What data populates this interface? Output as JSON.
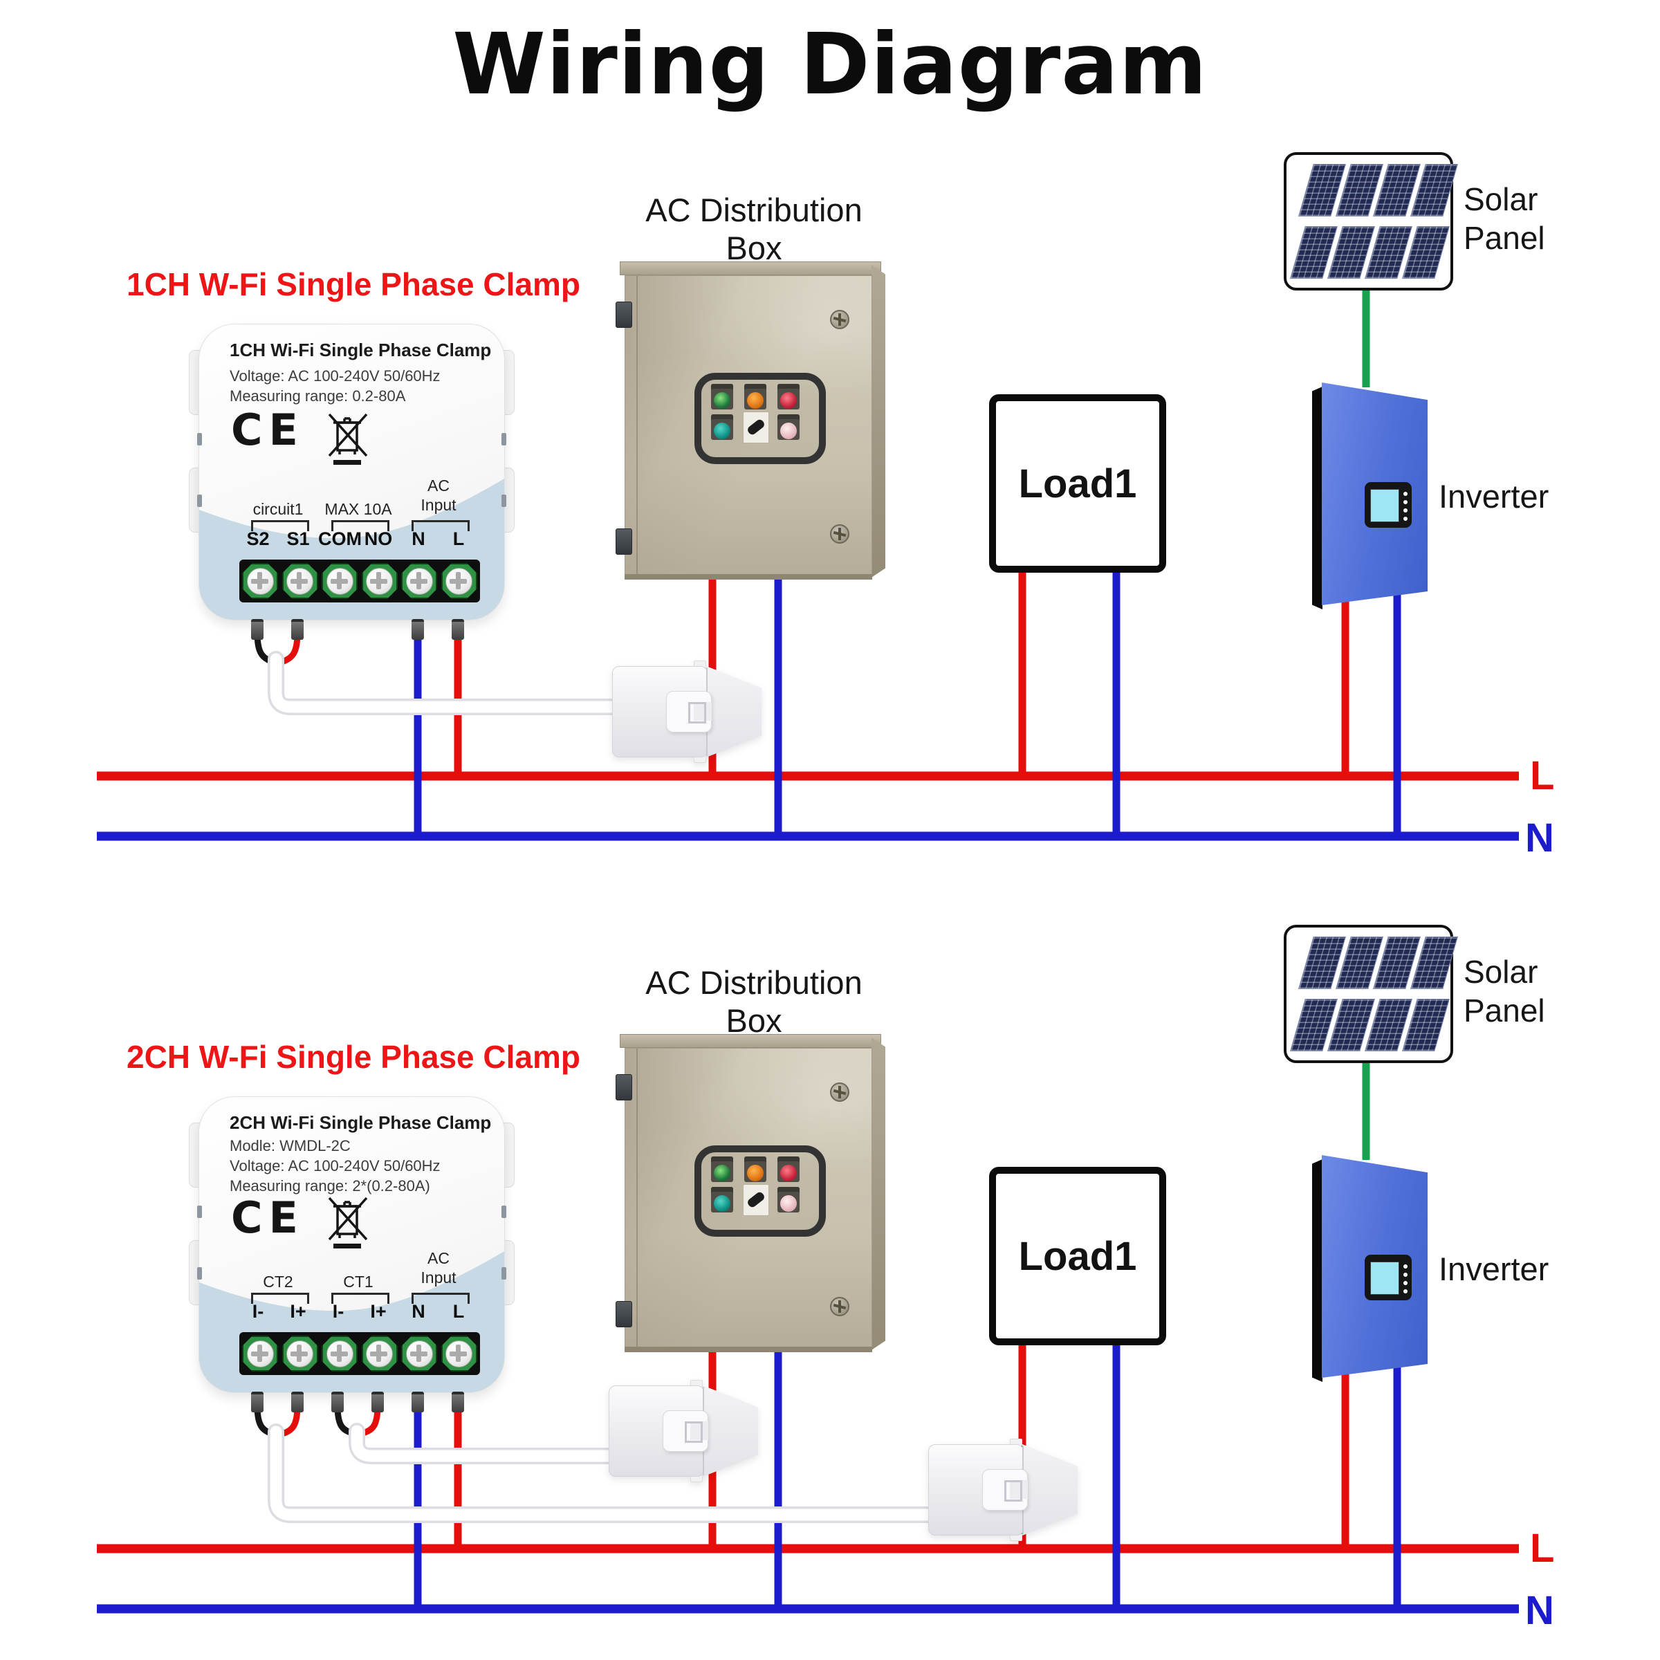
{
  "title": "Wiring Diagram",
  "colors": {
    "live_wire": "#e60d0d",
    "neutral_wire": "#1c1ccd",
    "pv_wire": "#18a24f",
    "heading": "#ed1515",
    "device_terminal_green": "#2e9143",
    "device_lower_panel": "#c6d9e4",
    "inverter_blue": "#5272da",
    "solar_cell_navy": "#202a52"
  },
  "sections": [
    {
      "heading": "1CH W-Fi Single Phase Clamp",
      "distribution_box": {
        "label_line1": "AC Distribution",
        "label_line2": "Box"
      },
      "device": {
        "title": "1CH Wi-Fi Single Phase Clamp",
        "specs": [
          "Voltage: AC 100-240V 50/60Hz",
          "Measuring range: 0.2-80A"
        ],
        "ce_mark": "CE",
        "groups": [
          "circuit1",
          "MAX 10A"
        ],
        "ac_group": [
          "AC",
          "Input"
        ],
        "terminals": [
          "S2",
          "S1",
          "COM",
          "NO",
          "N",
          "L"
        ]
      },
      "load_label": "Load1",
      "solar_label": [
        "Solar",
        "Panel"
      ],
      "inverter_label": "Inverter",
      "live_label": "L",
      "neutral_label": "N"
    },
    {
      "heading": "2CH W-Fi Single Phase Clamp",
      "distribution_box": {
        "label_line1": "AC Distribution",
        "label_line2": "Box"
      },
      "device": {
        "title": "2CH Wi-Fi Single Phase Clamp",
        "specs": [
          "Modle: WMDL-2C",
          "Voltage: AC 100-240V 50/60Hz",
          "Measuring range: 2*(0.2-80A)"
        ],
        "ce_mark": "CE",
        "groups": [
          "CT2",
          "CT1"
        ],
        "ac_group": [
          "AC",
          "Input"
        ],
        "terminals": [
          "I-",
          "I+",
          "I-",
          "I+",
          "N",
          "L"
        ]
      },
      "load_label": "Load1",
      "solar_label": [
        "Solar",
        "Panel"
      ],
      "inverter_label": "Inverter",
      "live_label": "L",
      "neutral_label": "N"
    }
  ]
}
